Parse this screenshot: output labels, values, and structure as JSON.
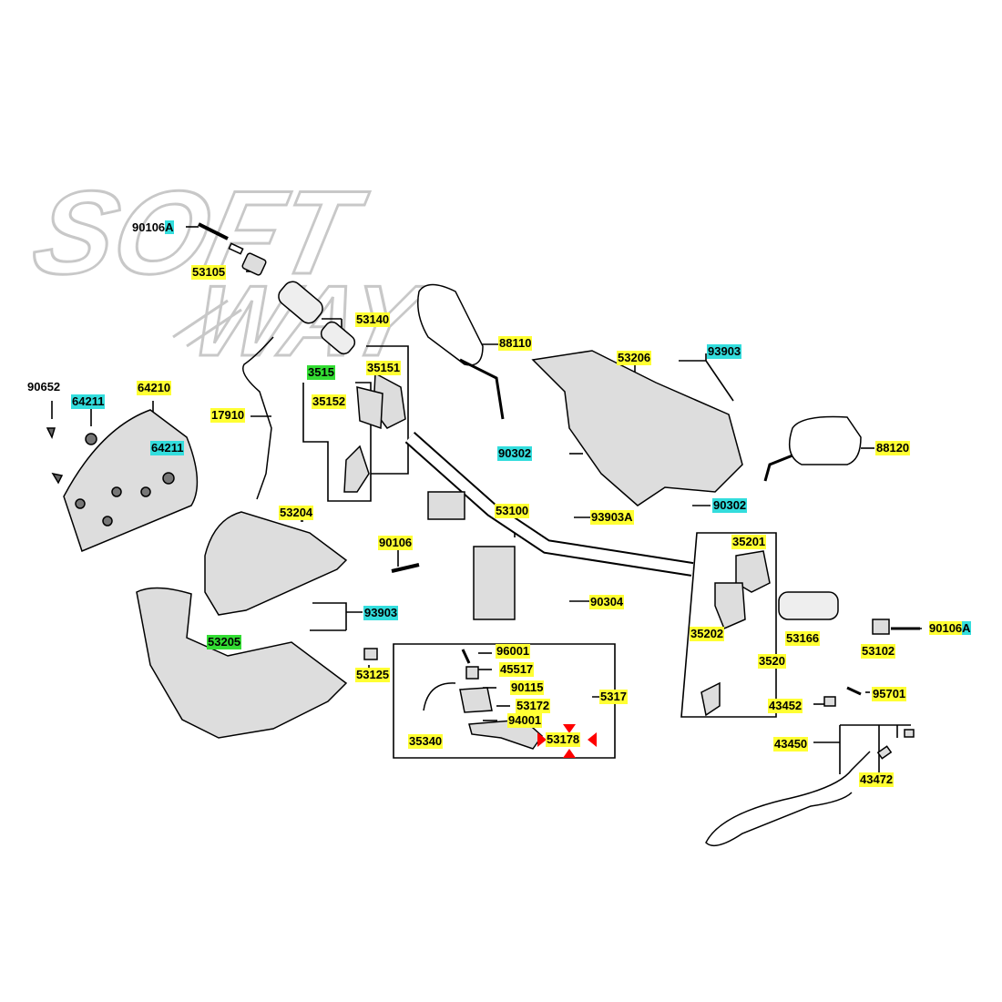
{
  "watermark": {
    "line1": "SOFT",
    "line2": "WAY"
  },
  "colors": {
    "yellow_highlight": "#ffff33",
    "green_highlight": "#33dd33",
    "cyan_highlight": "#33dddd",
    "marker_red": "#ff0000",
    "line_color": "#000000"
  },
  "parts": {
    "p90106A_top": {
      "prefix": "90106",
      "suffix": "A"
    },
    "p53105": "53105",
    "p53140": "53140",
    "p3515": "3515",
    "p35151": "35151",
    "p35152": "35152",
    "p17910": "17910",
    "p88110": "88110",
    "p53206": "53206",
    "p93903_top": "93903",
    "p90652": "90652",
    "p64211_a": "64211",
    "p64210": "64210",
    "p64211_b": "64211",
    "p90302_a": "90302",
    "p88120": "88120",
    "p53100": "53100",
    "p93903A": "93903A",
    "p90302_b": "90302",
    "p53204": "53204",
    "p90106": "90106",
    "p90304": "90304",
    "p35201": "35201",
    "p93903_mid": "93903",
    "p53166": "53166",
    "p53102": "53102",
    "p90106A_right": {
      "prefix": "90106",
      "suffix": "A"
    },
    "p35202": "35202",
    "p53205": "53205",
    "p3520": "3520",
    "p53125": "53125",
    "p96001": "96001",
    "p45517": "45517",
    "p90115": "90115",
    "p5317": "5317",
    "p53172": "53172",
    "p94001": "94001",
    "p35340": "35340",
    "p53178": "53178",
    "p95701": "95701",
    "p43452": "43452",
    "p43450": "43450",
    "p43472": "43472"
  }
}
